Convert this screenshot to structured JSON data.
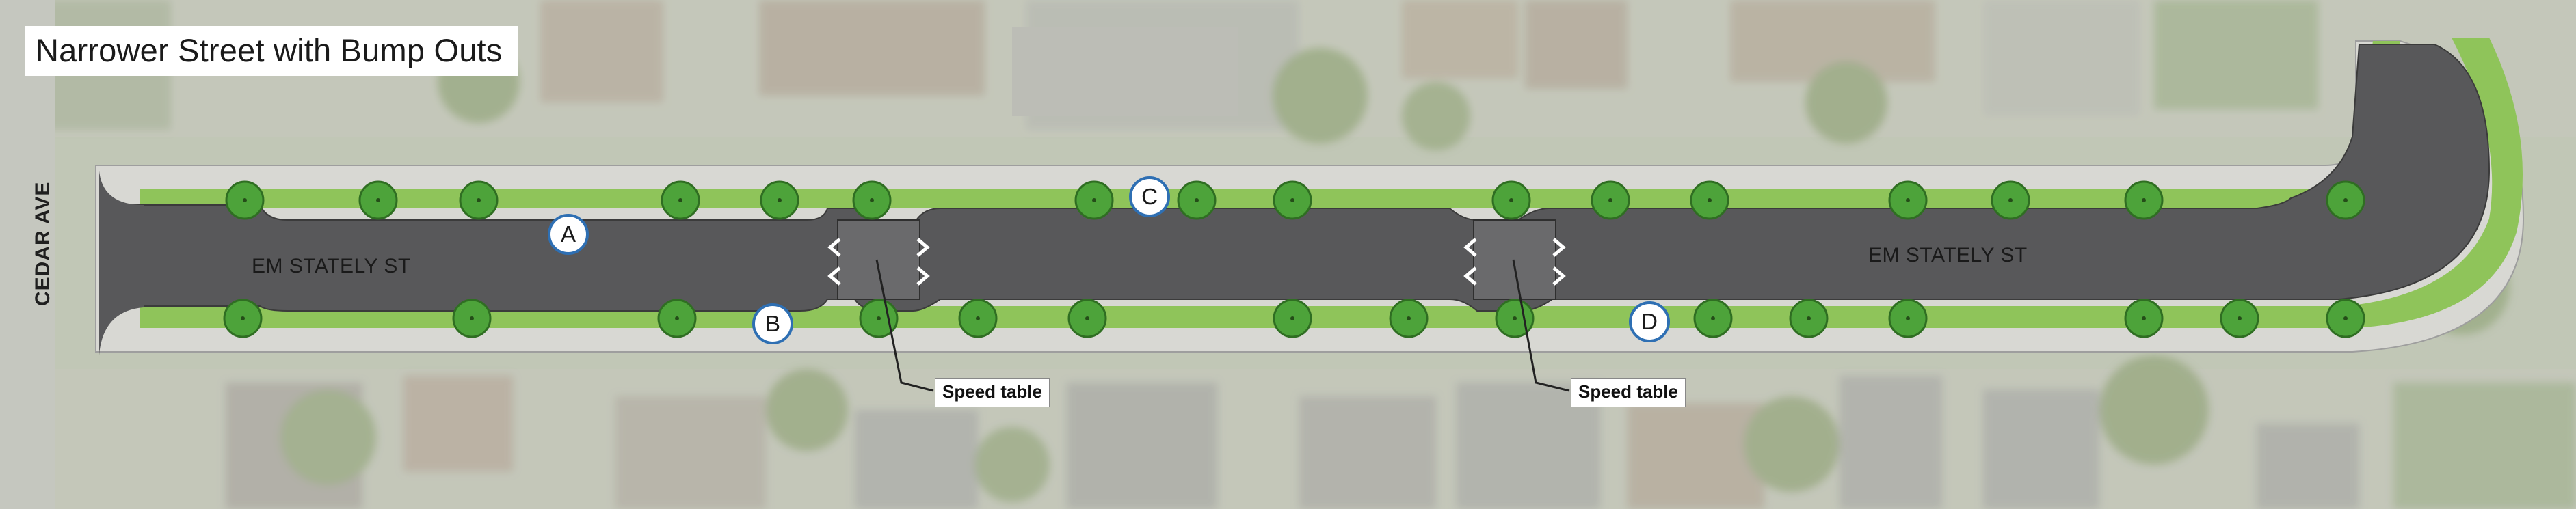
{
  "title": "Narrower Street with Bump Outs",
  "cross_street_label": "CEDAR AVE",
  "street_labels": [
    "EM STATELY ST",
    "EM STATELY ST"
  ],
  "markers": [
    "A",
    "B",
    "C",
    "D"
  ],
  "callouts": [
    "Speed table",
    "Speed table"
  ],
  "colors": {
    "pavement": "#58585a",
    "boulevard_green": "#8fc45a",
    "tree": "#4da33a",
    "sidewalk": "#d6d6d2",
    "marker_border": "#2e6fb3",
    "aerial_base": "#b9c2ae"
  }
}
